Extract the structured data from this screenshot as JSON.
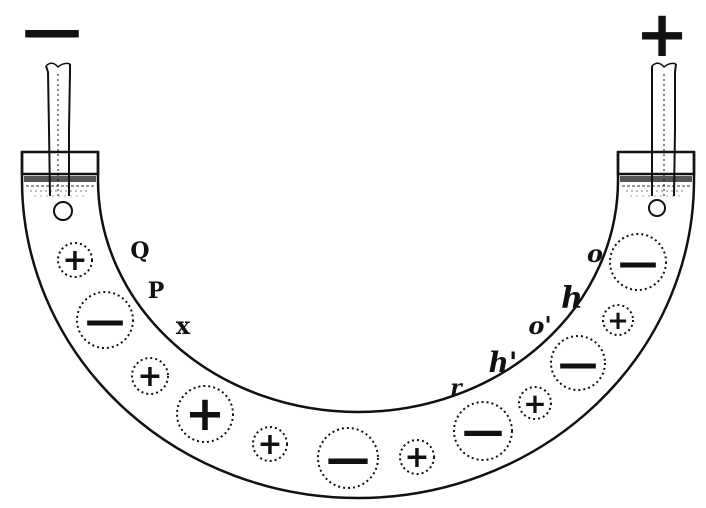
{
  "diagram": {
    "electrode_signs": {
      "left": "—",
      "right": "+"
    },
    "labels_left": [
      "Q",
      "P",
      "x"
    ],
    "labels_right": [
      "r",
      "h'",
      "o'",
      "h",
      "o"
    ],
    "particle_signs": [
      "+",
      "—",
      "+",
      "+",
      "+",
      "—",
      "+",
      "—",
      "+",
      "—",
      "+",
      "—"
    ],
    "colors": {
      "ink": "#111111",
      "liquid": "#8a8a8a",
      "background": "#ffffff"
    }
  }
}
